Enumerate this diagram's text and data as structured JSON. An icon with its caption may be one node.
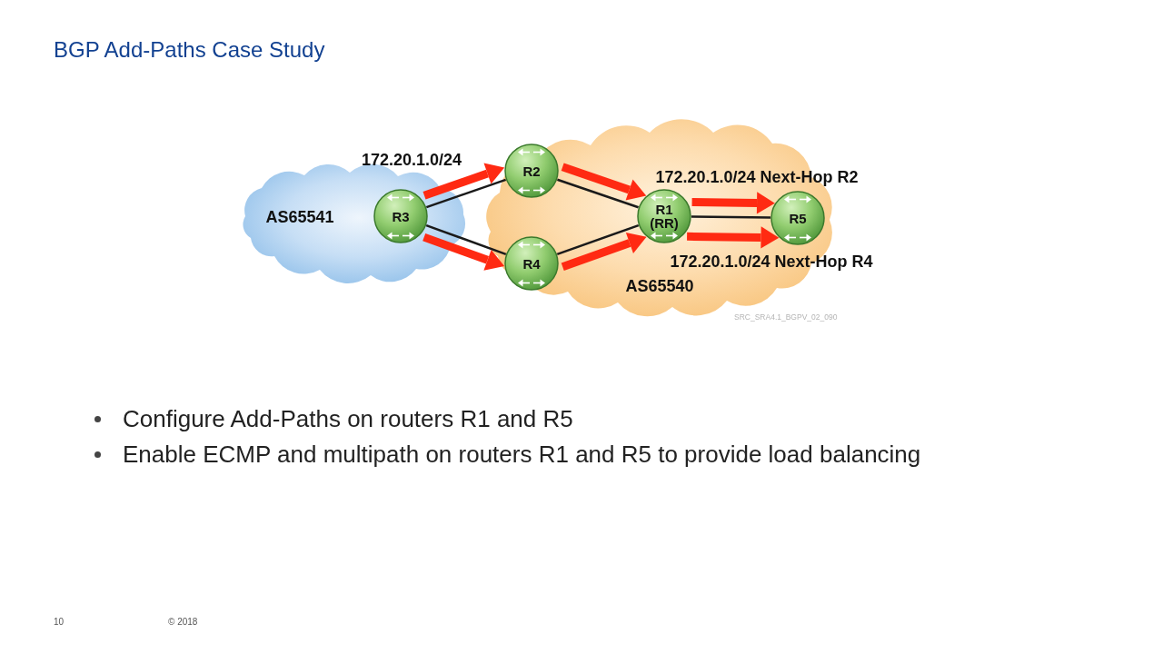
{
  "diagram": {
    "title": "BGP Add-Paths Case Study",
    "nodes": [
      {
        "text": [
          "AS65541"
        ]
      },
      {
        "text": [
          "AS65540"
        ]
      },
      {
        "text": [
          "R3"
        ],
        "in": 0
      },
      {
        "text": [
          "R2"
        ],
        "in": 1
      },
      {
        "text": [
          "R4"
        ],
        "in": 1
      },
      {
        "text": [
          "R1 (RR)"
        ],
        "in": 1
      },
      {
        "text": [
          "R5"
        ],
        "in": 1
      }
    ],
    "edges": [
      {
        "from": 2,
        "to": 3,
        "arrow": "none",
        "color": "#1a1a1a"
      },
      {
        "from": 2,
        "to": 4,
        "arrow": "none",
        "color": "#1a1a1a"
      },
      {
        "from": 3,
        "to": 5,
        "arrow": "none",
        "color": "#1a1a1a"
      },
      {
        "from": 4,
        "to": 5,
        "arrow": "none",
        "color": "#1a1a1a"
      },
      {
        "from": 5,
        "to": 6,
        "arrow": "none",
        "color": "#1a1a1a"
      },
      {
        "from": 2,
        "to": 3,
        "arrow": "to",
        "label": "172.20.1.0/24"
      },
      {
        "from": 2,
        "to": 4,
        "arrow": "to"
      },
      {
        "from": 3,
        "to": 5,
        "arrow": "to"
      },
      {
        "from": 4,
        "to": 5,
        "arrow": "to"
      },
      {
        "from": 5,
        "to": 6,
        "arrow": "to",
        "label": "172.20.1.0/24 Next-Hop R2"
      },
      {
        "from": 5,
        "to": 6,
        "arrow": "to",
        "label": "172.20.1.0/24 Next-Hop R4"
      }
    ],
    "labels": [
      "SRC_SRA4.1_BGPV_02_090",
      "Configure Add-Paths on routers R1 and R5",
      "Enable ECMP and multipath on routers R1 and R5 to provide load balancing",
      "10",
      "© 2018"
    ]
  }
}
